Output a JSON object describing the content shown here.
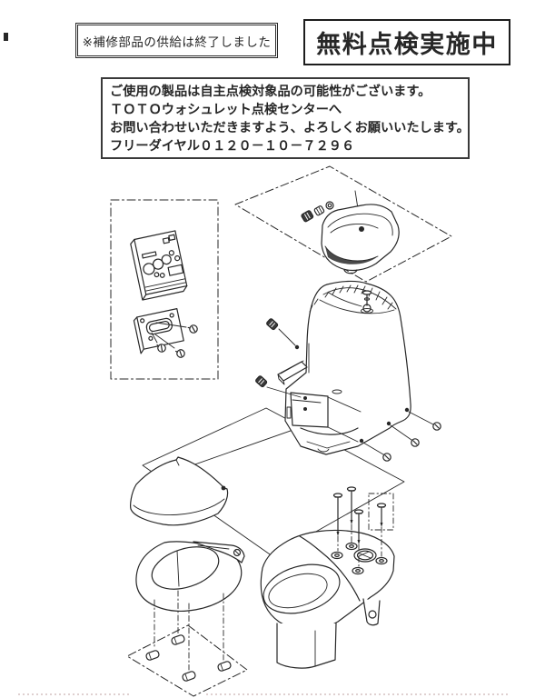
{
  "header": {
    "notice": "※補修部品の供給は終了しました",
    "banner": "無料点検実施中"
  },
  "info": {
    "lines": [
      "ご使用の製品は自主点検対象品の可能性がございます。",
      "ＴＯＴＯウォシュレット点検センターへ",
      "お問い合わせいただきますよう、よろしくお願いいたします。",
      "フリーダイヤル０１２０－１０－７２９６"
    ]
  },
  "diagram": {
    "type": "exploded-parts-diagram",
    "subject": "toilet-with-washlet-unit",
    "ink_color": "#272727",
    "shade_color": "#4a4a4a",
    "parts": [
      "remote-control",
      "remote-mounting-plate",
      "mounting-screws",
      "tank-lid-assembly",
      "tank-fittings",
      "main-unit-body",
      "spray-arm-housing",
      "base-plate",
      "fixing-screws",
      "seat-lid",
      "seat-ring",
      "seat-rubber-feet",
      "toilet-bowl",
      "closet-bolts",
      "bolt-washers",
      "spud-flange"
    ]
  }
}
